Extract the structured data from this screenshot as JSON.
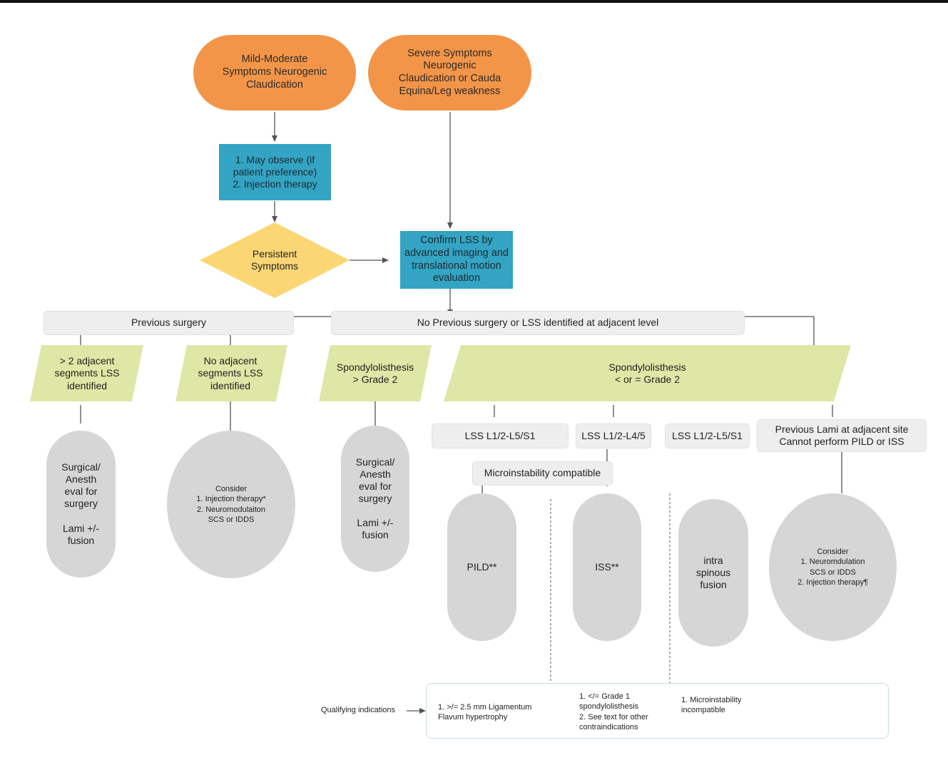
{
  "nodes": {
    "mild": "Mild-Moderate\nSymptoms Neurogenic\nClaudication",
    "severe": "Severe Symptoms\nNeurogenic\nClaudication or Cauda\nEquina/Leg weakness",
    "observe": "1. May observe (if\npatient preference)\n2. Injection therapy",
    "persistent": "Persistent\nSymptoms",
    "confirm": "Confirm LSS by\nadvanced imaging and\ntranslational motion\nevaluation",
    "previous_surgery": "Previous surgery",
    "no_previous": "No Previous surgery or LSS identified at adjacent level",
    "gt2_adjacent": "> 2 adjacent\nsegments LSS\nidentified",
    "no_adjacent": "No adjacent\nsegments LSS\nidentified",
    "spondy_gt2": "Spondylolisthesis\n> Grade 2",
    "spondy_le2": "Spondylolisthesis\n< or = Grade 2",
    "lss_a": "LSS L1/2-L5/S1",
    "lss_b": "LSS L1/2-L4/5",
    "lss_c": "LSS L1/2-L5/S1",
    "prev_lami": "Previous Lami at adjacent site\nCannot perform PILD or ISS",
    "microinstability": "Microinstability compatible",
    "surgical1": "Surgical/\nAnesth\neval for\nsurgery\n\nLami +/-\nfusion",
    "consider1": "Consider\n1. Injection therapy*\n2. Neuromodulaiton\nSCS or IDDS",
    "surgical2": "Surgical/\nAnesth\neval for\nsurgery\n\nLami +/-\nfusion",
    "pild": "PILD**",
    "iss": "ISS**",
    "intra": "intra\nspinous\nfusion",
    "consider2": "Consider\n1. Neuromdulation\nSCS or IDDS\n2. Injection therapy¶"
  },
  "qualifying": {
    "label": "Qualifying  indications",
    "pild": "1. >/= 2.5 mm Ligamentum\n   Flavum hypertrophy",
    "iss": "1.  </= Grade 1\n    spondylolisthesis\n2. See text for other\n    contraindications",
    "intra": "1. Microinstability\n    incompatible"
  },
  "colors": {
    "orange": "#f39548",
    "blue": "#33a4c3",
    "yellow": "#fbd675",
    "green": "#dfe7a6",
    "gray": "#d6d6d6",
    "band": "#eeeeee",
    "line": "#555555"
  }
}
